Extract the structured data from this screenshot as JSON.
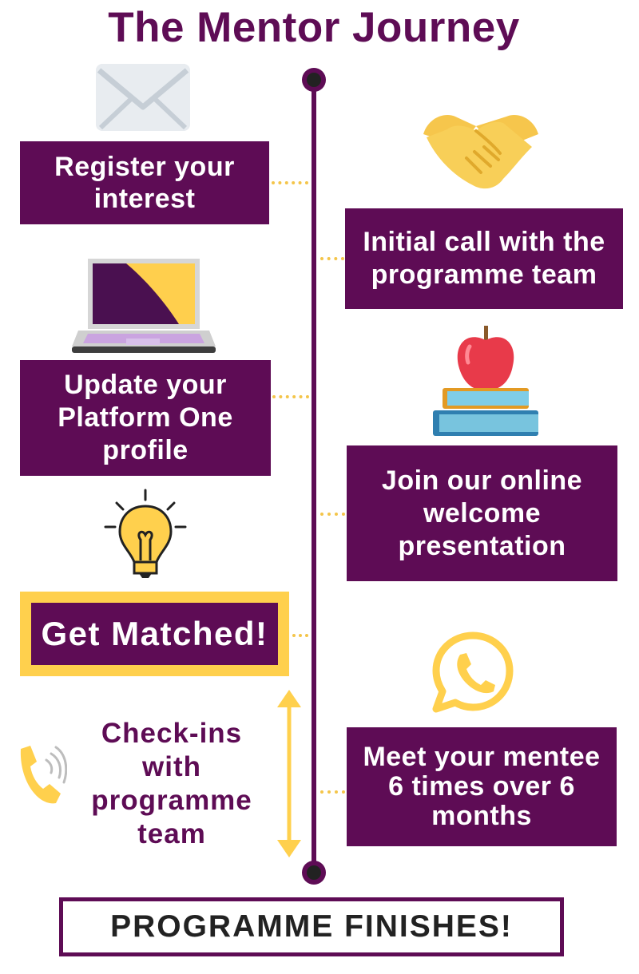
{
  "title": "The Mentor Journey",
  "steps": [
    {
      "line1": "Register your",
      "line2": "interest",
      "icon": "envelope-icon"
    },
    {
      "line1": "Initial call with the",
      "line2": "programme team",
      "icon": "handshake-icon"
    },
    {
      "line1": "Update your",
      "line2": "Platform One",
      "line3": "profile",
      "icon": "laptop-icon"
    },
    {
      "line1": "Join our online",
      "line2": "welcome",
      "line3": "presentation",
      "icon": "apple-books-icon"
    },
    {
      "label": "Get Matched!",
      "icon": "lightbulb-icon"
    },
    {
      "line1": "Meet your mentee",
      "line2": "6 times over 6",
      "line3": "months",
      "icon": "whatsapp-icon"
    }
  ],
  "checkins": {
    "line1": "Check-ins",
    "line2": "with",
    "line3": "programme",
    "line4": "team",
    "icon": "phone-ringing-icon"
  },
  "finish": "PROGRAMME FINISHES!",
  "colors": {
    "purple": "#5e0c55",
    "yellow": "#ffd04d",
    "dots": "#f4c54a",
    "timeline_end": "#222222"
  }
}
